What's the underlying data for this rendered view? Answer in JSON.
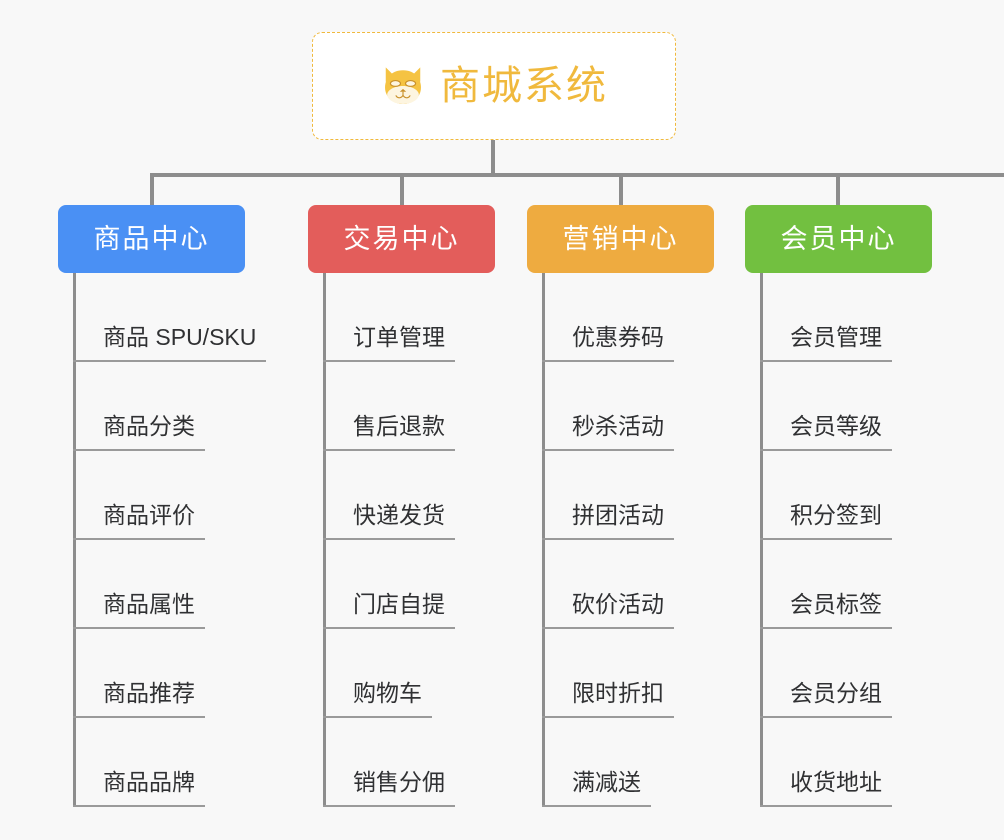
{
  "page": {
    "background_color": "#f8f8f8",
    "type": "mindmap-tree"
  },
  "root": {
    "title": "商城系统",
    "icon": "dog-face-icon",
    "border_color": "#f0b93d",
    "text_color": "#f0b93d",
    "background_color": "#ffffff"
  },
  "branches": [
    {
      "label": "商品中心",
      "color": "#4a90f4",
      "items": [
        "商品 SPU/SKU",
        "商品分类",
        "商品评价",
        "商品属性",
        "商品推荐",
        "商品品牌"
      ]
    },
    {
      "label": "交易中心",
      "color": "#e35d5b",
      "items": [
        "订单管理",
        "售后退款",
        "快递发货",
        "门店自提",
        "购物车",
        "销售分佣"
      ]
    },
    {
      "label": "营销中心",
      "color": "#eeab40",
      "items": [
        "优惠券码",
        "秒杀活动",
        "拼团活动",
        "砍价活动",
        "限时折扣",
        "满减送"
      ]
    },
    {
      "label": "会员中心",
      "color": "#72c040",
      "items": [
        "会员管理",
        "会员等级",
        "积分签到",
        "会员标签",
        "会员分组",
        "收货地址"
      ]
    }
  ],
  "connector": {
    "color": "#8d8d8d"
  }
}
